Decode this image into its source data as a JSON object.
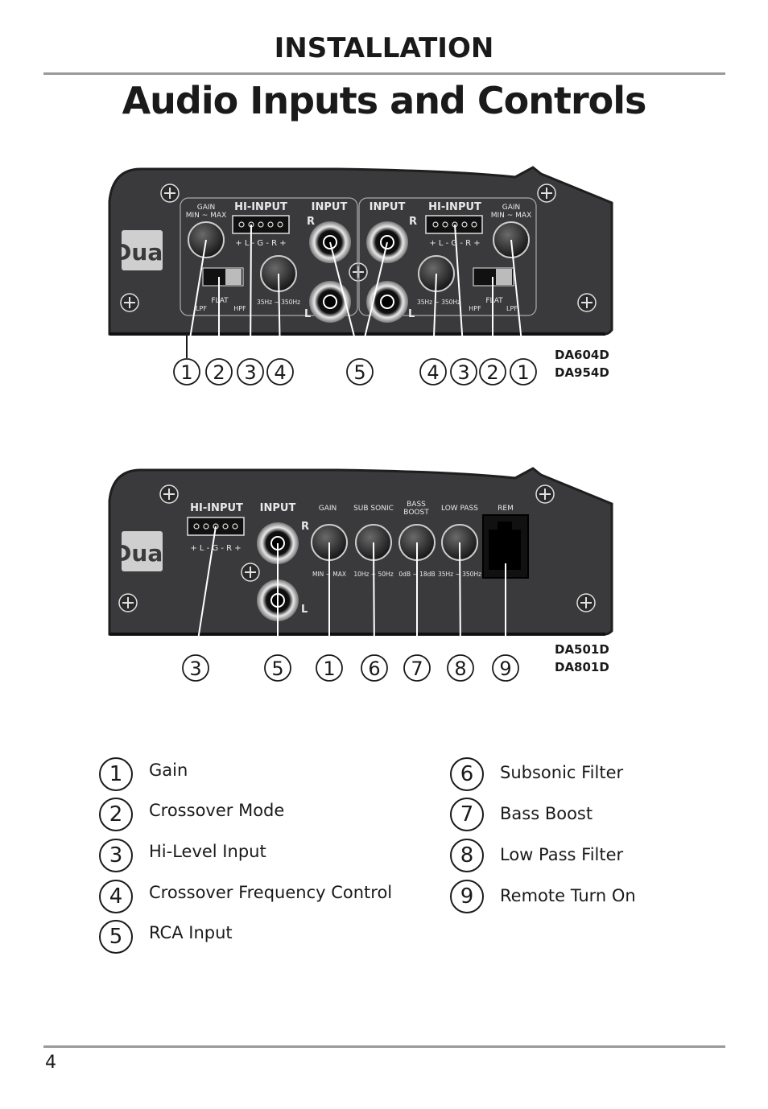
{
  "header": {
    "section": "INSTALLATION",
    "title": "Audio Inputs and Controls"
  },
  "panel_a": {
    "brand": "Dual",
    "labels": {
      "gain": "GAIN",
      "min_max": "MIN ~ MAX",
      "hi_input": "HI-INPUT",
      "input": "INPUT",
      "channels": "+ L -  G  - R +",
      "flat": "FLAT",
      "lpf": "LPF",
      "hpf": "HPF",
      "freq": "35Hz ~ 350Hz",
      "r": "R",
      "l": "L"
    },
    "callouts": [
      "1",
      "2",
      "3",
      "4",
      "5",
      "4",
      "3",
      "2",
      "1"
    ],
    "models": [
      "DA604D",
      "DA954D"
    ]
  },
  "panel_b": {
    "brand": "Dual",
    "labels": {
      "hi_input": "HI-INPUT",
      "input": "INPUT",
      "gain": "GAIN",
      "sub_sonic": "SUB SONIC",
      "bass": "BASS",
      "boost": "BOOST",
      "low_pass": "LOW PASS",
      "rem": "REM",
      "channels": "+ L -  G  - R +",
      "r": "R",
      "l": "L",
      "range_gain": "MIN ~ MAX",
      "range_sub": "10Hz ~ 50Hz",
      "range_bass": "0dB ~ 18dB",
      "range_lp": "35Hz ~ 350Hz"
    },
    "callouts": [
      "3",
      "5",
      "1",
      "6",
      "7",
      "8",
      "9"
    ],
    "models": [
      "DA501D",
      "DA801D"
    ]
  },
  "legend": [
    {
      "num": "1",
      "text": "Gain"
    },
    {
      "num": "2",
      "text": "Crossover Mode"
    },
    {
      "num": "3",
      "text": "Hi-Level Input"
    },
    {
      "num": "4",
      "text": "Crossover Frequency Control"
    },
    {
      "num": "5",
      "text": "RCA Input"
    },
    {
      "num": "6",
      "text": "Subsonic Filter"
    },
    {
      "num": "7",
      "text": "Bass Boost"
    },
    {
      "num": "8",
      "text": "Low Pass Filter"
    },
    {
      "num": "9",
      "text": "Remote Turn On"
    }
  ],
  "footer": {
    "page_number": "4"
  },
  "colors": {
    "panel": "#3a3a3c",
    "panel_edge": "#1e1e1e",
    "rule": "#9a9a9a",
    "text": "#1a1a1a"
  }
}
